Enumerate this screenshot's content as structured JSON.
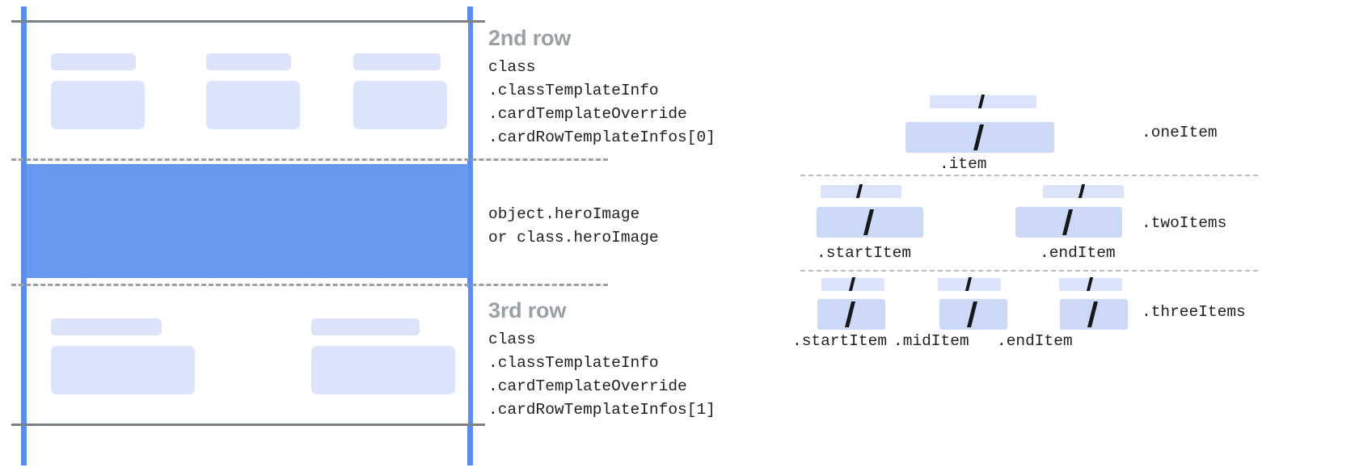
{
  "left_diagram": {
    "rows": [
      {
        "name": "top-row",
        "annotation": {
          "title": "2nd row",
          "code": "class\n.classTemplateInfo\n.cardTemplateOverride\n.cardRowTemplateInfos[0]"
        }
      },
      {
        "name": "hero-row",
        "annotation": {
          "title": "",
          "code": "object.heroImage\nor class.heroImage"
        }
      },
      {
        "name": "bottom-row",
        "annotation": {
          "title": "3rd row",
          "code": "class\n.classTemplateInfo\n.cardTemplateOverride\n.cardRowTemplateInfos[1]"
        }
      }
    ]
  },
  "right_diagram": {
    "groups": [
      {
        "name": "oneItem",
        "right_label": ".oneItem",
        "items": [
          {
            "label": ".item",
            "glyph": "/"
          }
        ]
      },
      {
        "name": "twoItems",
        "right_label": ".twoItems",
        "items": [
          {
            "label": ".startItem",
            "glyph": "/"
          },
          {
            "label": ".endItem",
            "glyph": "/"
          }
        ]
      },
      {
        "name": "threeItems",
        "right_label": ".threeItems",
        "items": [
          {
            "label": ".startItem",
            "glyph": "/"
          },
          {
            "label": ".midItem",
            "glyph": "/"
          },
          {
            "label": ".endItem",
            "glyph": "/"
          }
        ]
      }
    ]
  },
  "colors": {
    "accent_blue": "#5b8def",
    "hero_blue": "#6699ef",
    "placeholder_light": "#dbe4fa",
    "placeholder_mid": "#ccd9f7",
    "rule_gray": "#7b7f86",
    "dash_gray": "#9b9fa6",
    "title_gray": "#9aa0a6",
    "code_black": "#202124"
  }
}
